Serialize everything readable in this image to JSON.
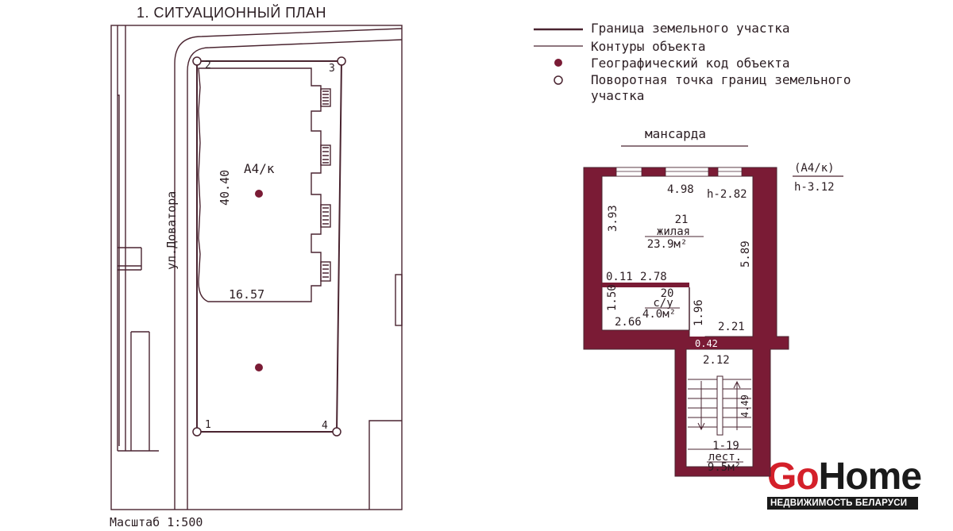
{
  "title": "1. СИТУАЦИОННЫЙ ПЛАН",
  "scale_label": "Масштаб 1:500",
  "legend": {
    "items": [
      {
        "symbol": "line-thick",
        "label": "Граница земельного участка"
      },
      {
        "symbol": "line-thin",
        "label": "Контуры объекта"
      },
      {
        "symbol": "dot-filled",
        "label": "Географический код объекта"
      },
      {
        "symbol": "dot-open",
        "label": "Поворотная точка границ земельного участка"
      }
    ]
  },
  "site_plan": {
    "street": "ул.Доватора",
    "building_code": "А4/к",
    "building_length": "40.40",
    "building_width": "16.57",
    "corner_labels": [
      "1",
      "2",
      "3",
      "4"
    ]
  },
  "floor_plan": {
    "level_name": "мансарда",
    "object_code": "(А4/к)",
    "height_total": "h-3.12",
    "room_height": "h-2.82",
    "dims": {
      "top_width": "4.98",
      "left_upper": "3.93",
      "right_full": "5.89",
      "wall_gap": "0.11",
      "partition": "2.78",
      "left_lower": "1.50",
      "bath_width": "2.66",
      "bath_depth": "1.96",
      "corridor": "2.21",
      "opening": "0.42",
      "stair_width": "2.12",
      "stair_length": "4.49"
    },
    "rooms": [
      {
        "number": "21",
        "name": "жилая",
        "area": "23.9м²"
      },
      {
        "number": "20",
        "name": "с/у",
        "area": "4.0м²"
      },
      {
        "number": "1-19",
        "name": "лест.",
        "area": "9.5м²"
      }
    ],
    "colors": {
      "wall": "#7a1b35",
      "line": "#4a2430"
    }
  },
  "logo": {
    "go": "Go",
    "home": "Home",
    "tagline": "НЕДВИЖИМОСТЬ БЕЛАРУСИ",
    "colors": {
      "go": "#d4202a",
      "home": "#1a1a1a"
    }
  }
}
